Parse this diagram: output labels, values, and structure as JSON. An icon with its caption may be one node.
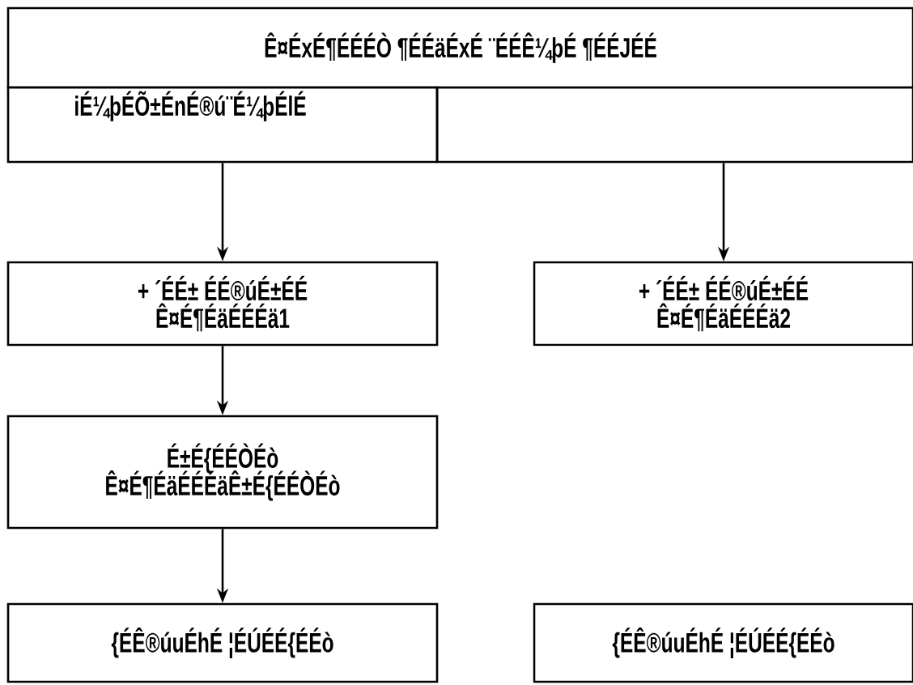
{
  "diagram": {
    "nodes": [
      {
        "text": [
          "Ê¤ÉxÉ¶ÉÉÉÒ ¶ÉÉäÉxÉ ¨ÉÉÊ¼þÉ ¶ÉÉJÉÉ"
        ]
      },
      {
        "text": [
          "iÉ¼þÉÕ±ÉnÉ®ú¨É¼þÉlÉ"
        ]
      },
      {
        "text": [],
        "shape": "box"
      },
      {
        "text": [
          "+ ´ÉÉ± ÉÉ®úÉ±ÉÉ",
          "Ê¤É¶ÉäÉÉÉä1"
        ]
      },
      {
        "text": [
          "+ ´ÉÉ± ÉÉ®úÉ±ÉÉ",
          "Ê¤É¶ÉäÉÉÉä2"
        ]
      },
      {
        "text": [
          "É±É{ÉÉÒÉò",
          "Ê¤É¶ÉäÉÉÉäÊ±É{ÉÉÒÉò"
        ]
      },
      {
        "text": [
          "{ÉÊ®úuÉhÉ ¦ÉÚÉÉ{ÉÉò"
        ]
      },
      {
        "text": [
          "{ÉÊ®úuÉhÉ ¦ÉÚÉÉ{ÉÉò"
        ]
      }
    ],
    "edges": [
      {
        "from": 1,
        "to": 3,
        "arrow": "to"
      },
      {
        "from": 2,
        "to": 4,
        "arrow": "to"
      },
      {
        "from": 3,
        "to": 5,
        "arrow": "to"
      },
      {
        "from": 5,
        "to": 6,
        "arrow": "to"
      }
    ]
  }
}
